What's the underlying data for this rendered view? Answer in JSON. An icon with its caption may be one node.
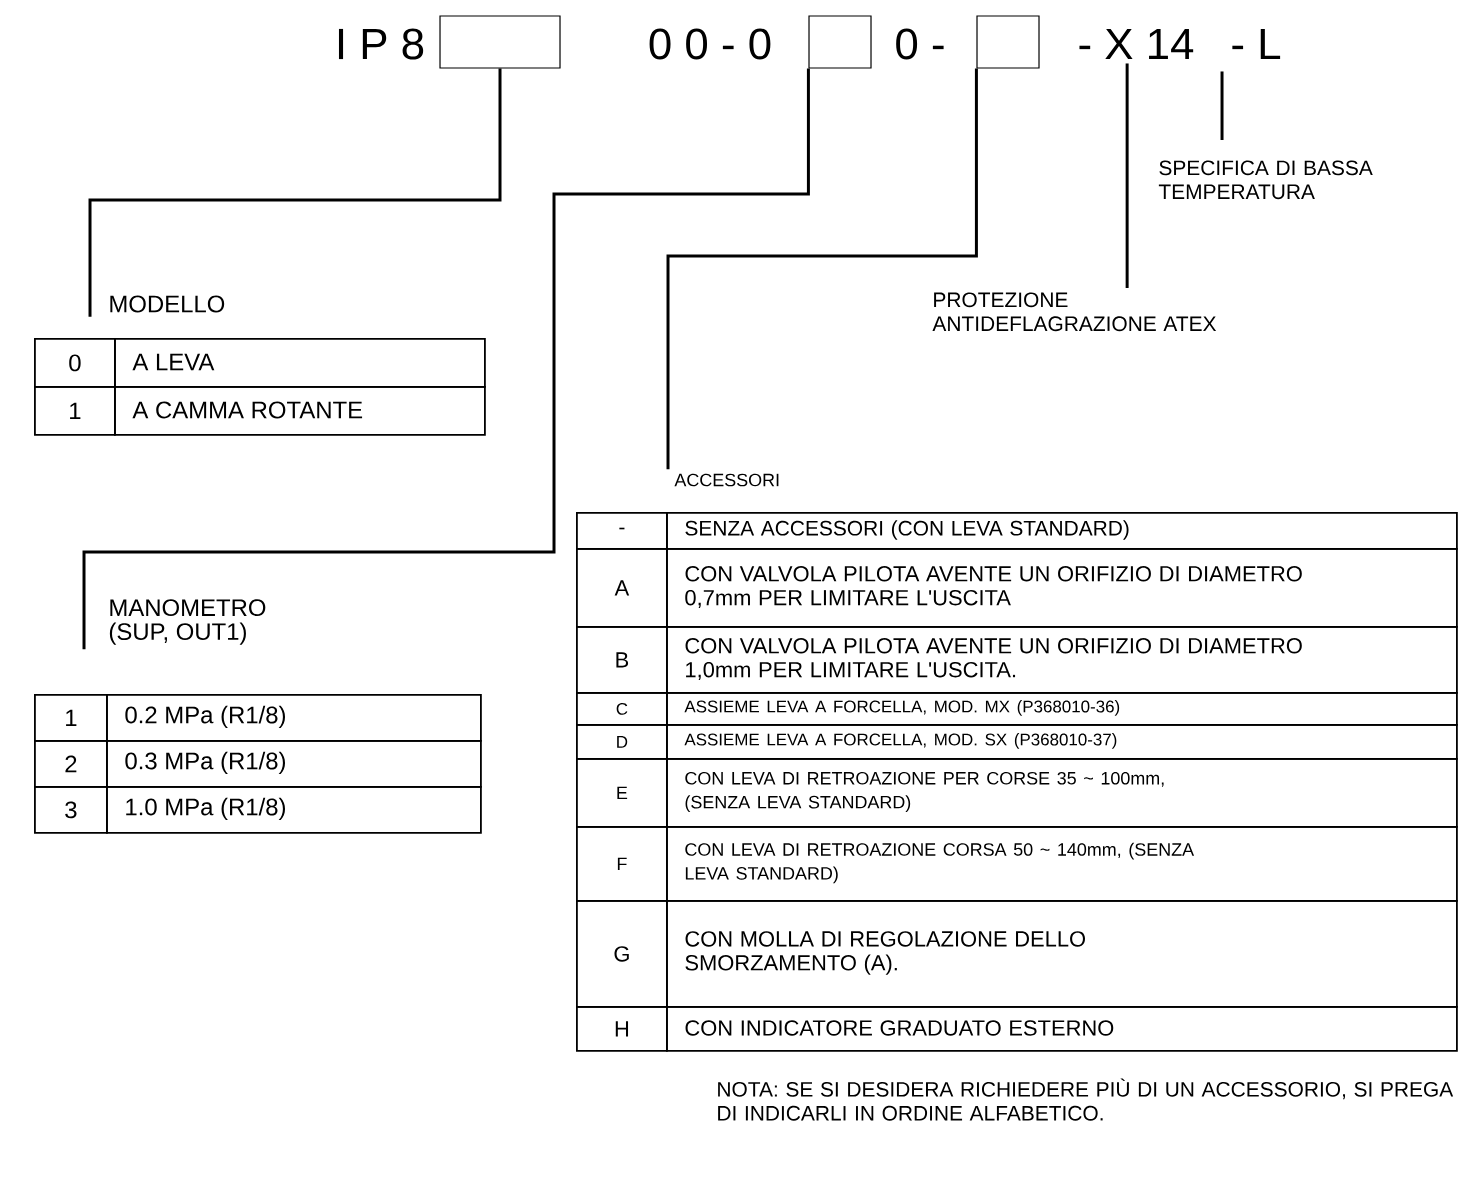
{
  "diagram": {
    "nodes": [
      {
        "text": [
          "I P 8"
        ]
      },
      {
        "text": [],
        "shape": "box"
      },
      {
        "text": [
          "0 0 - 0"
        ]
      },
      {
        "text": [],
        "shape": "box"
      },
      {
        "text": [
          "0 -"
        ]
      },
      {
        "text": [],
        "shape": "box"
      },
      {
        "text": [
          "- X 14"
        ]
      },
      {
        "text": [
          "- L"
        ]
      },
      {
        "text": [
          "MODELLO"
        ]
      },
      {
        "text": [
          "MANOMETRO (SUP, OUT1)"
        ]
      },
      {
        "text": [
          "ACCESSORI"
        ]
      },
      {
        "text": [
          "PROTEZIONE ANTIDEFLAGRAZIONE ATEX"
        ]
      },
      {
        "text": [
          "SPECIFICA DI BASSA TEMPERATURA"
        ]
      }
    ],
    "edges": [
      {
        "from": 1,
        "to": 8,
        "arrow": "none"
      },
      {
        "from": 3,
        "to": 9,
        "arrow": "none"
      },
      {
        "from": 5,
        "to": 10,
        "arrow": "none"
      },
      {
        "from": 6,
        "to": 11,
        "arrow": "none"
      },
      {
        "from": 7,
        "to": 12,
        "arrow": "none"
      }
    ],
    "labels": [
      "0",
      "A LEVA",
      "1",
      "A CAMMA ROTANTE",
      "1",
      "0.2 MPa (R1/8)",
      "2",
      "0.3 MPa (R1/8)",
      "3",
      "1.0 MPa (R1/8)",
      "-",
      "SENZA ACCESSORI (CON LEVA STANDARD)",
      "A",
      "CON VALVOLA PILOTA AVENTE UN ORIFIZIO DI DIAMETRO 0,7mm PER LIMITARE L'USCITA",
      "B",
      "CON VALVOLA PILOTA AVENTE UN ORIFIZIO DI DIAMETRO 1,0mm PER LIMITARE L'USCITA.",
      "C",
      "ASSIEME LEVA A FORCELLA, MOD. MX (P368010-36)",
      "D",
      "ASSIEME LEVA A FORCELLA, MOD. SX (P368010-37)",
      "E",
      "CON LEVA DI RETROAZIONE PER CORSE 35 ~ 100mm, (SENZA LEVA STANDARD)",
      "F",
      "CON LEVA DI RETROAZIONE CORSA 50 ~ 140mm, (SENZA LEVA STANDARD)",
      "G",
      "CON MOLLA DI REGOLAZIONE DELLO SMORZAMENTO (A).",
      "H",
      "CON INDICATORE GRADUATO ESTERNO",
      "NOTA: SE SI DESIDERA RICHIEDERE PIÙ DI UN ACCESSORIO, SI PREGA DI INDICARLI IN ORDINE ALFABETICO."
    ]
  }
}
